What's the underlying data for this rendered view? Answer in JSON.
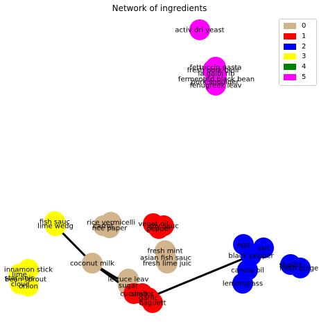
{
  "title": "Network of ingredients",
  "legend": [
    {
      "label": "0",
      "color": "#d2b48c"
    },
    {
      "label": "1",
      "color": "#ff0000"
    },
    {
      "label": "2",
      "color": "#0000ff"
    },
    {
      "label": "3",
      "color": "#ffff00"
    },
    {
      "label": "4",
      "color": "#008000"
    },
    {
      "label": "5",
      "color": "#ff00ff"
    }
  ],
  "nodes": [
    {
      "id": "activ dri yeast",
      "group": "5"
    },
    {
      "id": "fettuccin pasta",
      "group": "5"
    },
    {
      "id": "fresh pork belli",
      "group": "5"
    },
    {
      "id": "la galbi rib",
      "group": "5"
    },
    {
      "id": "fermented black bean",
      "group": "5"
    },
    {
      "id": "pork shoulder",
      "group": "5"
    },
    {
      "id": "fenugreek leav",
      "group": "5"
    },
    {
      "id": "fish sauc",
      "group": "3"
    },
    {
      "id": "lime wedg",
      "group": "3"
    },
    {
      "id": "innamon stick",
      "group": "3"
    },
    {
      "id": "lime",
      "group": "3"
    },
    {
      "id": "bean sprout",
      "group": "3"
    },
    {
      "id": "star anis",
      "group": "3"
    },
    {
      "id": "clove",
      "group": "3"
    },
    {
      "id": "onion",
      "group": "3"
    },
    {
      "id": "rice vermicelli",
      "group": "0"
    },
    {
      "id": "carrot",
      "group": "0"
    },
    {
      "id": "rice paper",
      "group": "0"
    },
    {
      "id": "coconut milk",
      "group": "0"
    },
    {
      "id": "fresh mint",
      "group": "0"
    },
    {
      "id": "asian fish sauc",
      "group": "0"
    },
    {
      "id": "fresh lime juic",
      "group": "0"
    },
    {
      "id": "lettuce leav",
      "group": "0"
    },
    {
      "id": "sugar",
      "group": "0"
    },
    {
      "id": "veget oil",
      "group": "1"
    },
    {
      "id": "soy sauc",
      "group": "1"
    },
    {
      "id": "pepper",
      "group": "1"
    },
    {
      "id": "cucumb",
      "group": "1"
    },
    {
      "id": "shallot",
      "group": "1"
    },
    {
      "id": "garlic",
      "group": "1"
    },
    {
      "id": "baguett",
      "group": "1"
    },
    {
      "id": "egg",
      "group": "2"
    },
    {
      "id": "salt",
      "group": "2"
    },
    {
      "id": "black pepper",
      "group": "2"
    },
    {
      "id": "canola oil",
      "group": "2"
    },
    {
      "id": "lemongrass",
      "group": "2"
    },
    {
      "id": "shallot",
      "group": "2"
    },
    {
      "id": "fresh ginger",
      "group": "2"
    }
  ],
  "edges": [
    {
      "from": "lime wedg",
      "to": "coconut milk"
    },
    {
      "from": "coconut milk",
      "to": "cucumb"
    },
    {
      "from": "coconut milk",
      "to": "sugar"
    },
    {
      "from": "lettuce leav",
      "to": "cucumb"
    },
    {
      "from": "garlic",
      "to": "black pepper"
    }
  ]
}
